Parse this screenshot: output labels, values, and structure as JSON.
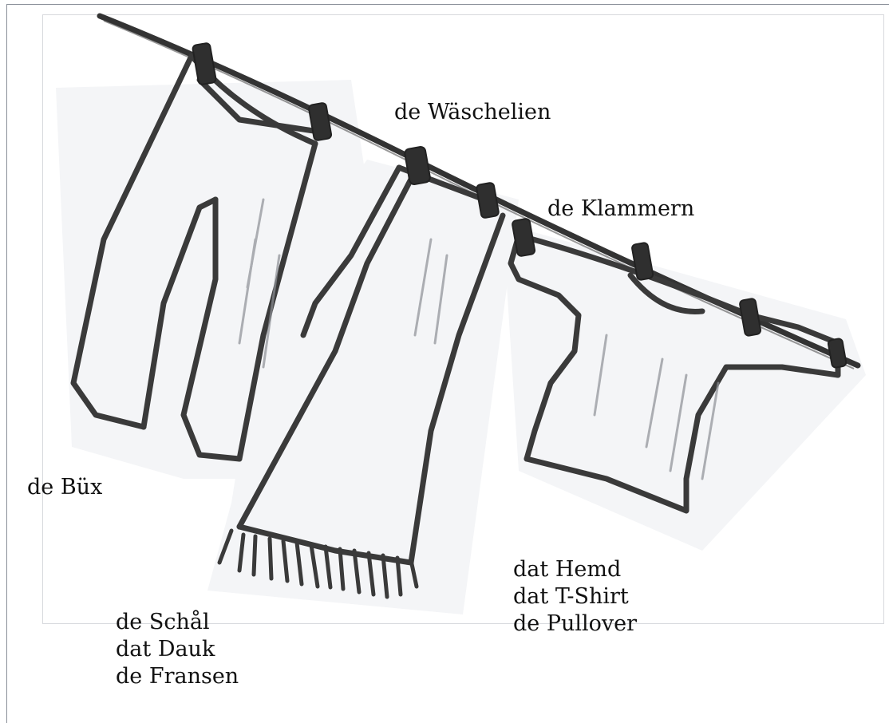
{
  "labels": {
    "line": "de Wäschelien",
    "pegs": "de Klammern",
    "trousers": "de Büx",
    "scarf": [
      "de Schål",
      "dat Dauk",
      "de Fransen"
    ],
    "shirt": [
      "dat Hemd",
      "dat T-Shirt",
      "de Pullover"
    ]
  },
  "colors": {
    "pencil": "#3a3a3a",
    "shading": "#8d9096"
  }
}
